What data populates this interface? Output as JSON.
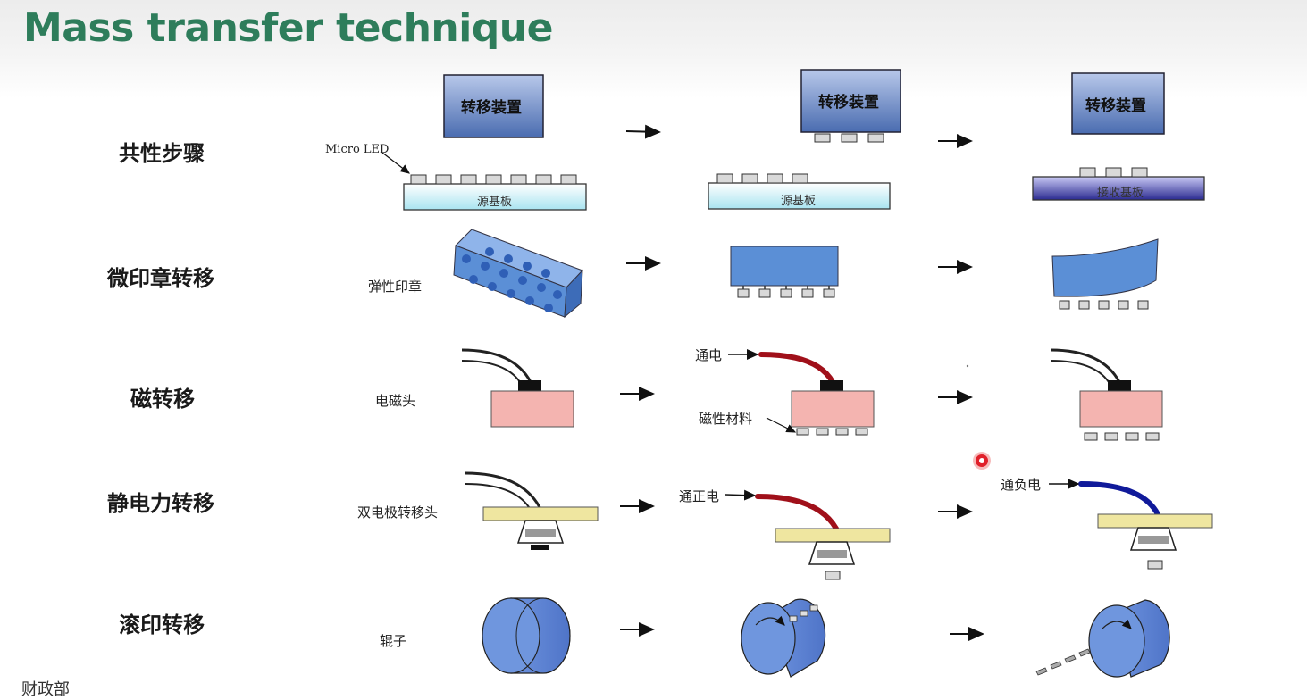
{
  "title": "Mass transfer technique",
  "footer": "财政部",
  "rows": [
    {
      "label": "共性步骤"
    },
    {
      "label": "微印章转移"
    },
    {
      "label": "磁转移"
    },
    {
      "label": "静电力转移"
    },
    {
      "label": "滚印转移"
    }
  ],
  "annotations": {
    "transfer_device": "转移装置",
    "micro_led": "Micro LED",
    "source_substrate": "源基板",
    "receiving_substrate": "接收基板",
    "elastic_stamp": "弹性印章",
    "magnetic_head": "电磁头",
    "energize": "通电",
    "magnetic_material": "磁性材料",
    "bipolar_head": "双电极转移头",
    "positive": "通正电",
    "negative": "通负电",
    "roller": "辊子"
  },
  "colors": {
    "title": "#2e7d5b",
    "device": "#5d7fbf",
    "substrate": "#d6f2f8",
    "receiving": "#3c3ca0",
    "stamp": "#5b8fd6",
    "head": "#f4b4b0",
    "wire_red": "#a0101a",
    "wire_blue": "#101a9a",
    "electrode": "#efe6a0"
  }
}
